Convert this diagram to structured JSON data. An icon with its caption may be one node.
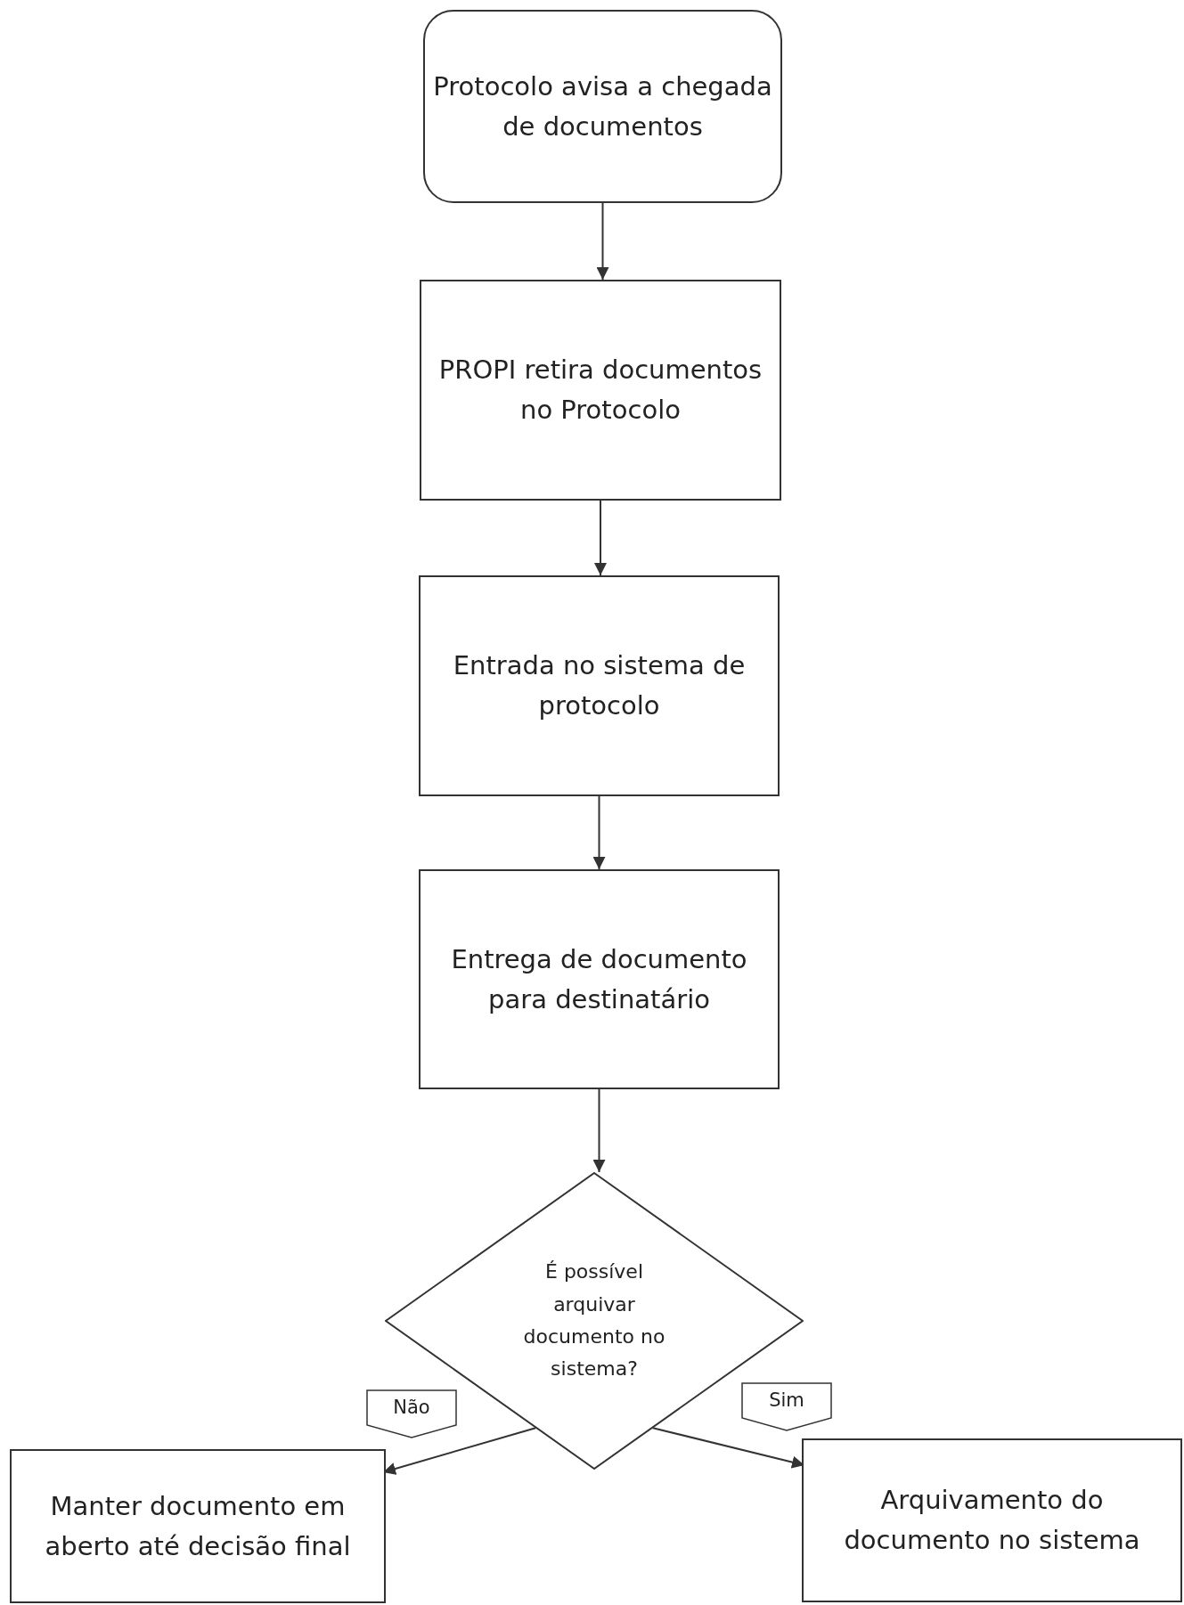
{
  "diagram": {
    "nodes": [
      {
        "text": [
          "Protocolo avisa a chegada de documentos"
        ]
      },
      {
        "text": [
          "PROPI retira documentos no Protocolo"
        ]
      },
      {
        "text": [
          "Entrada no sistema de protocolo"
        ]
      },
      {
        "text": [
          "Entrega de documento para destinatário"
        ]
      },
      {
        "text": [
          "É possível arquivar documento no sistema?"
        ]
      },
      {
        "text": [
          "Manter documento em aberto até decisão final"
        ]
      },
      {
        "text": [
          "Arquivamento do documento no sistema"
        ]
      }
    ],
    "edges": [
      {
        "from": 0,
        "to": 1,
        "arrow": "to"
      },
      {
        "from": 1,
        "to": 2,
        "arrow": "to"
      },
      {
        "from": 2,
        "to": 3,
        "arrow": "to"
      },
      {
        "from": 3,
        "to": 4,
        "arrow": "to"
      },
      {
        "from": 4,
        "to": 5,
        "arrow": "to",
        "label": "Não"
      },
      {
        "from": 4,
        "to": 6,
        "arrow": "to",
        "label": "Sim"
      }
    ]
  }
}
